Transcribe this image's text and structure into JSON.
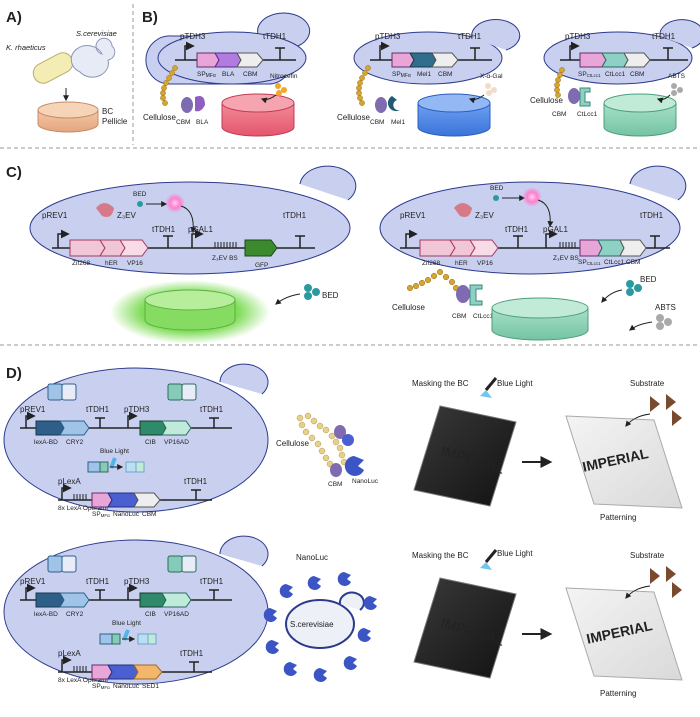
{
  "panels": {
    "a": "A)",
    "b": "B)",
    "c": "C)",
    "d": "D)"
  },
  "panel_a": {
    "organism1": "K. rhaeticus",
    "organism2": "S.cerevisiae",
    "pellicle_line1": "BC",
    "pellicle_line2": "Pellicle"
  },
  "panel_b": {
    "promoter": "pTDH3",
    "terminator": "tTDH1",
    "cellulose": "Cellulose",
    "cbm": "CBM",
    "c1": {
      "sp": "SP",
      "sp_sub": "MFα",
      "gene": "BLA",
      "anchor": "CBM",
      "enzyme": "BLA",
      "substrate": "Nitrocefin"
    },
    "c2": {
      "sp": "SP",
      "sp_sub": "MFα",
      "gene": "Mel1",
      "anchor": "CBM",
      "enzyme": "Mel1",
      "substrate": "X-α-Gal"
    },
    "c3": {
      "sp": "SP",
      "sp_sub": "CtLcc1",
      "gene": "CtLcc1",
      "anchor": "CBM",
      "enzyme": "CtLcc1",
      "substrate": "ABTS"
    }
  },
  "panel_c": {
    "left": {
      "prom1": "pREV1",
      "z": "Z₃EV",
      "bed": "BED",
      "term1": "tTDH1",
      "prom2": "pGAL1",
      "term2": "tTDH1",
      "genes": [
        "Zif268",
        "hER",
        "VP16"
      ],
      "bs": "Z₃EV BS",
      "gfp": "GFP",
      "bed2": "BED"
    },
    "right": {
      "prom1": "pREV1",
      "z": "Z₃EV",
      "bed": "BED",
      "term1": "tTDH1",
      "prom2": "pGAL1",
      "term2": "tTDH1",
      "genes": [
        "Zif268",
        "hER",
        "VP16"
      ],
      "bs": "Z₃EV BS",
      "sp": "SP",
      "sp_sub": "CtLcc1",
      "gene": "CtLcc1",
      "cbm": "CBM",
      "cellulose": "Cellulose",
      "cbm2": "CBM",
      "enzyme": "CtLcc1",
      "bed2": "BED",
      "abts": "ABTS"
    }
  },
  "panel_d": {
    "top": {
      "prom1": "pREV1",
      "term1": "tTDH1",
      "prom2": "pTDH3",
      "term2": "tTDH1",
      "g1": "lexA-BD",
      "g2": "CRY2",
      "g3": "CIB",
      "g4": "VP16AD",
      "light": "Blue Light",
      "prom3": "pLexA",
      "op": "8x LexA Operator",
      "sp": "SP",
      "sp_sub": "MFα",
      "g5": "NanoLuc",
      "g6": "CBM",
      "term3": "tTDH1",
      "cellulose": "Cellulose",
      "cbm": "CBM",
      "nanoluc": "NanoLuc",
      "mask": "Masking the BC",
      "blue": "Blue Light",
      "word1": "IMPERIAL",
      "word2": "IMPERIAL",
      "substrate": "Substrate",
      "patterning": "Patterning"
    },
    "bottom": {
      "prom1": "pREV1",
      "term1": "tTDH1",
      "prom2": "pTDH3",
      "term2": "tTDH1",
      "g1": "lexA-BD",
      "g2": "CRY2",
      "g3": "CIB",
      "g4": "VP16AD",
      "light": "Blue Light",
      "prom3": "pLexA",
      "op": "8x LexA Operator",
      "sp": "SP",
      "sp_sub": "MFα",
      "g5": "NanoLuc",
      "g6": "SED1",
      "term3": "tTDH1",
      "nanoluc": "NanoLuc",
      "cell": "S.cerevisiae",
      "mask": "Masking the BC",
      "blue": "Blue Light",
      "word1": "IMPERIAL",
      "word2": "IMPERIAL",
      "substrate": "Substrate",
      "patterning": "Patterning"
    }
  },
  "colors": {
    "pink": "#e94f6a",
    "blue": "#3a79e0",
    "teal": "#79c9aa",
    "green": "#6fd14b",
    "cell": "#c9d0ef",
    "navy": "#2c3a8c"
  }
}
